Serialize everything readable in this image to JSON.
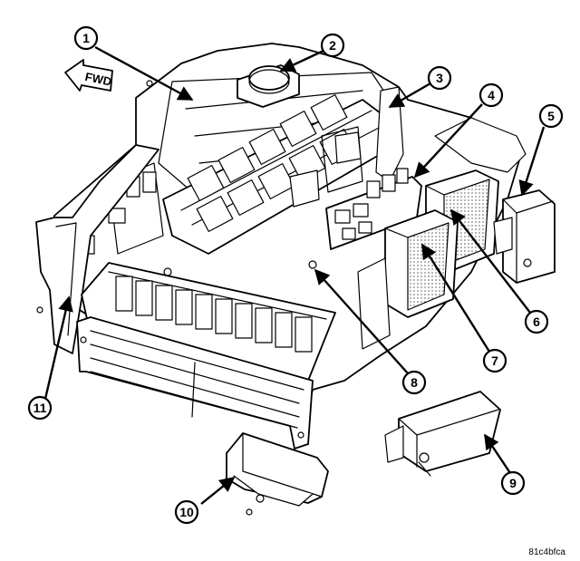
{
  "figure_code": "81c4bfca",
  "fwd_label": "FWD",
  "callouts": [
    "1",
    "2",
    "3",
    "4",
    "5",
    "6",
    "7",
    "8",
    "9",
    "10",
    "11"
  ]
}
